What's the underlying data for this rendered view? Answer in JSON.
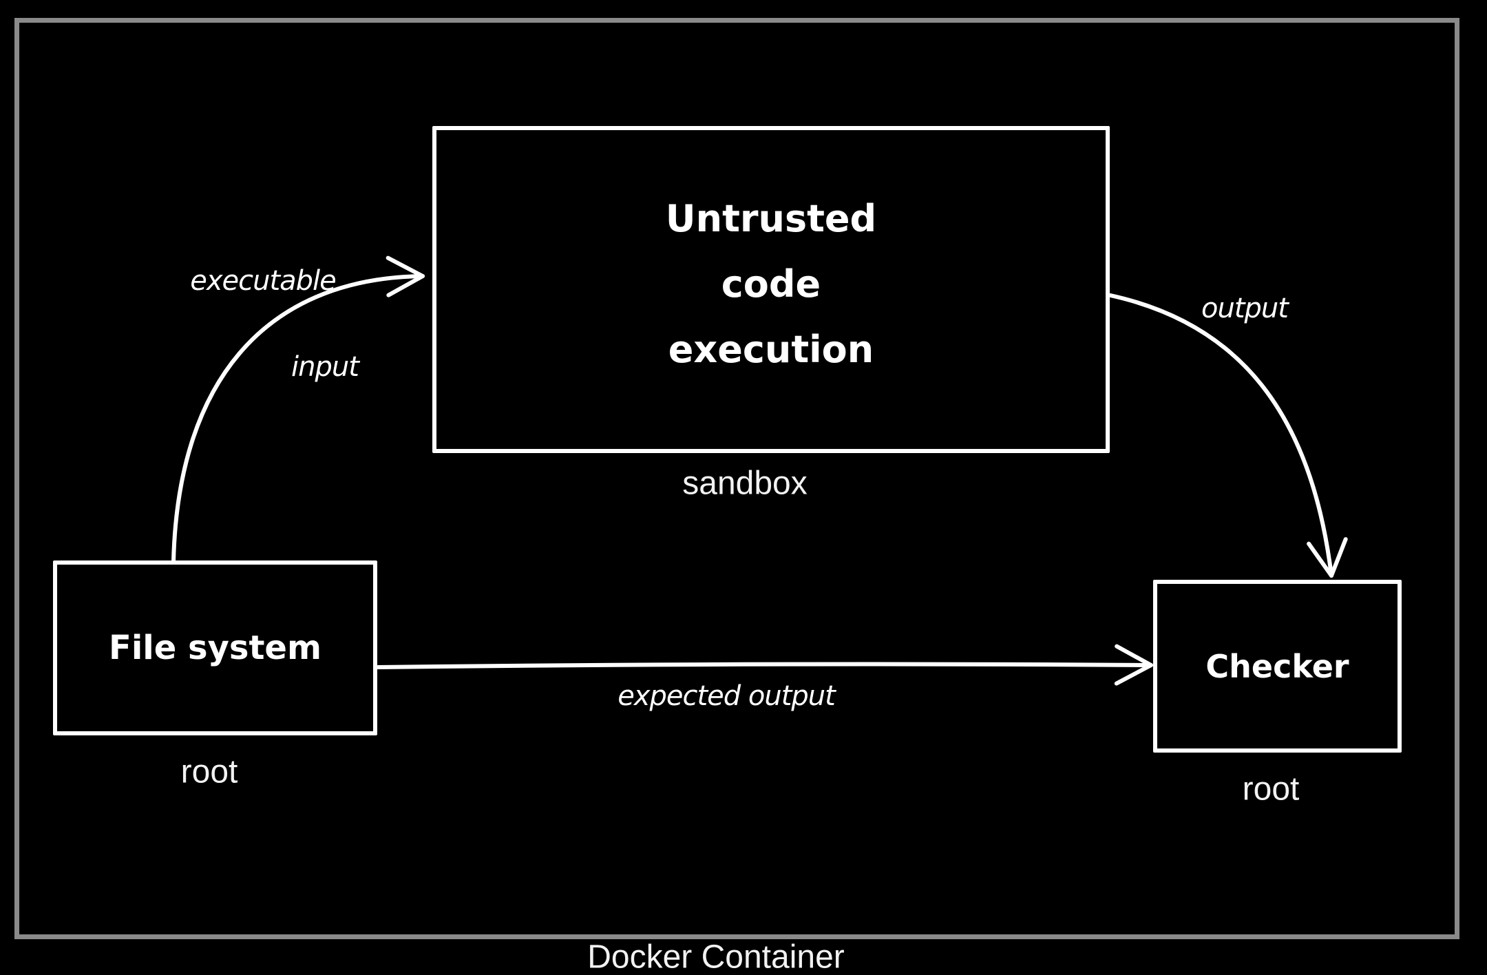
{
  "diagram": {
    "title": "Docker Container",
    "colors": {
      "background": "#000000",
      "container_border": "#8a8a8a",
      "stroke": "#ffffff",
      "text": "#ffffff"
    },
    "nodes": {
      "sandbox": {
        "lines": [
          "Untrusted",
          "code",
          "execution"
        ],
        "caption": "sandbox"
      },
      "file_system": {
        "label": "File system",
        "caption": "root"
      },
      "checker": {
        "label": "Checker",
        "caption": "root"
      }
    },
    "edges": {
      "input": {
        "from": "File system",
        "to": "sandbox",
        "label_top": "executable",
        "label_bottom": "input"
      },
      "output": {
        "from": "sandbox",
        "to": "Checker",
        "label": "output"
      },
      "expected_output": {
        "from": "File system",
        "to": "Checker",
        "label": "expected output"
      }
    }
  }
}
